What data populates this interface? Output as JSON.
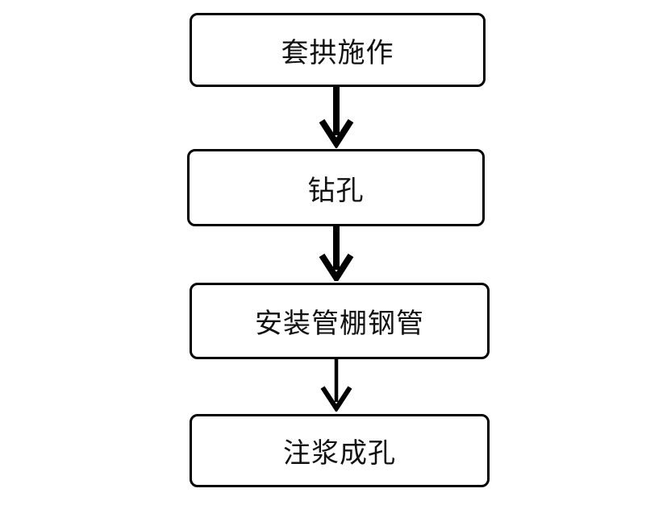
{
  "flowchart": {
    "type": "flowchart",
    "direction": "top-down",
    "steps": [
      {
        "label": "套拱施作"
      },
      {
        "label": "钻孔"
      },
      {
        "label": "安装管棚钢管"
      },
      {
        "label": "注浆成孔"
      }
    ],
    "connectors": [
      {
        "from": 0,
        "to": 1,
        "style": "thick-down-arrow"
      },
      {
        "from": 1,
        "to": 2,
        "style": "thick-down-arrow"
      },
      {
        "from": 2,
        "to": 3,
        "style": "thin-down-arrow"
      }
    ],
    "colors": {
      "line": "#000000",
      "background": "#ffffff",
      "text": "#111111"
    }
  }
}
